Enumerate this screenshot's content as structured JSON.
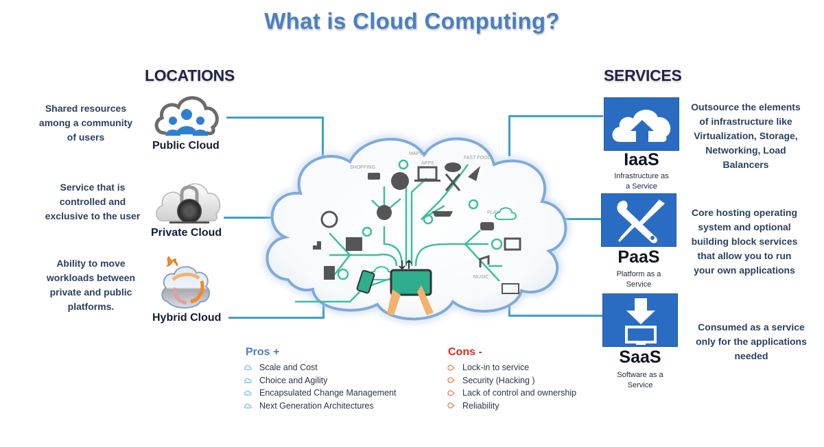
{
  "title": "What is Cloud Computing?",
  "colors": {
    "title": "#4a7fc1",
    "heading": "#22244a",
    "connector": "#3ba0c9",
    "service_box": "#2b6cc3",
    "accent_teal": "#3bbf9c",
    "pros_title": "#4a7fc1",
    "cons_title": "#e8261e",
    "pros_bullet": "#8ec3dd",
    "cons_bullet": "#e58a5c"
  },
  "locations": {
    "heading": "LOCATIONS",
    "items": [
      {
        "name": "Public Cloud",
        "icon": "cloud-users-icon",
        "description": [
          "Shared resources",
          "among a community",
          "of users"
        ]
      },
      {
        "name": "Private Cloud",
        "icon": "cloud-padlock-icon",
        "description": [
          "Service that is",
          "controlled and",
          "exclusive to the user"
        ]
      },
      {
        "name": "Hybrid Cloud",
        "icon": "hybrid-cloud-sync-icon",
        "description": [
          "Ability to move",
          "workloads between",
          "private and public",
          "platforms."
        ]
      }
    ]
  },
  "services": {
    "heading": "SERVICES",
    "items": [
      {
        "code": "IaaS",
        "full": [
          "Infrastructure as",
          "a Service"
        ],
        "icon": "cloud-upload-icon",
        "description": [
          "Outsource the elements",
          "of infrastructure like",
          "Virtualization, Storage,",
          "Networking, Load",
          "Balancers"
        ]
      },
      {
        "code": "PaaS",
        "full": [
          "Platform as a",
          "Service"
        ],
        "icon": "wrench-screwdriver-icon",
        "description": [
          "Core hosting operating",
          "system and optional",
          "building block services",
          "that allow you to run",
          "your own applications"
        ]
      },
      {
        "code": "SaaS",
        "full": [
          "Software as a",
          "Service"
        ],
        "icon": "download-monitor-icon",
        "description": [
          "Consumed as a service",
          "only for the applications",
          "needed"
        ]
      }
    ]
  },
  "center_cloud": {
    "labels": [
      "SHOPPING",
      "MAPS &",
      "APPS",
      "FAST FOOD",
      "PLAY",
      "MUSIC"
    ]
  },
  "pros": {
    "title": "Pros +",
    "items": [
      "Scale and Cost",
      "Choice and Agility",
      "Encapsulated Change Management",
      "Next Generation Architectures"
    ]
  },
  "cons": {
    "title": "Cons -",
    "items": [
      "Lock-in to service",
      "Security (Hacking )",
      "Lack of control and ownership",
      "Reliability"
    ]
  }
}
